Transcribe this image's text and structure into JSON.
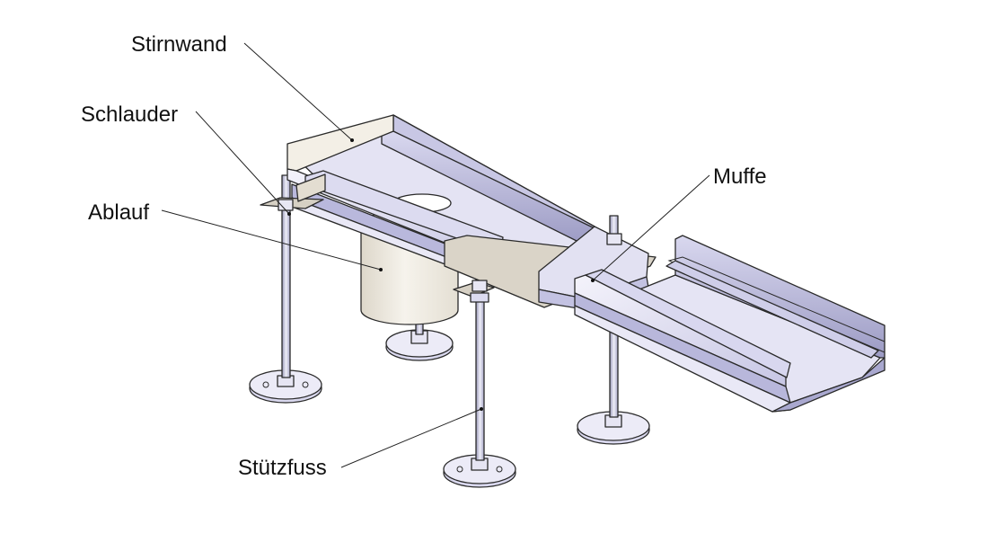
{
  "labels": {
    "stirnwand": "Stirnwand",
    "schlauder": "Schlauder",
    "ablauf": "Ablauf",
    "muffe": "Muffe",
    "stuetzfuss": "Stützfuss"
  },
  "colors": {
    "steel_light": "#eceaf6",
    "steel_mid": "#c9c8e6",
    "steel_dark": "#8e8db5",
    "cream": "#f3efe6",
    "cream_shade": "#dbd5c8",
    "bracket": "#d6d0c4",
    "line": "#2a2a2a"
  }
}
